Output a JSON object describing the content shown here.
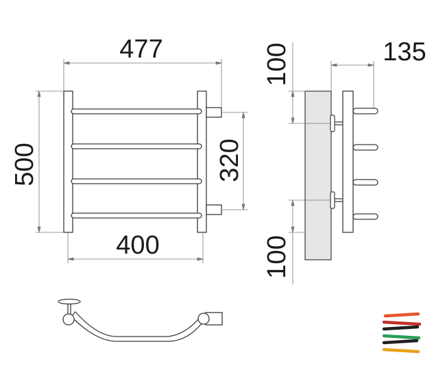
{
  "dimensions": {
    "overall_width": "477",
    "height": "500",
    "center_distance": "320",
    "bar_length": "400",
    "top_offset": "100",
    "bottom_offset": "100",
    "wall_distance": "135"
  },
  "colors": {
    "line": "#3a3a3a",
    "thin_line": "#666666",
    "wall": "#e6e6e6",
    "logo_stripes": [
      "#e4572e",
      "#c0312b",
      "#1f1f1f",
      "#2a9d58",
      "#1f1f1f",
      "#e8a21a"
    ]
  },
  "logo_icon": "stripes-logo-icon"
}
